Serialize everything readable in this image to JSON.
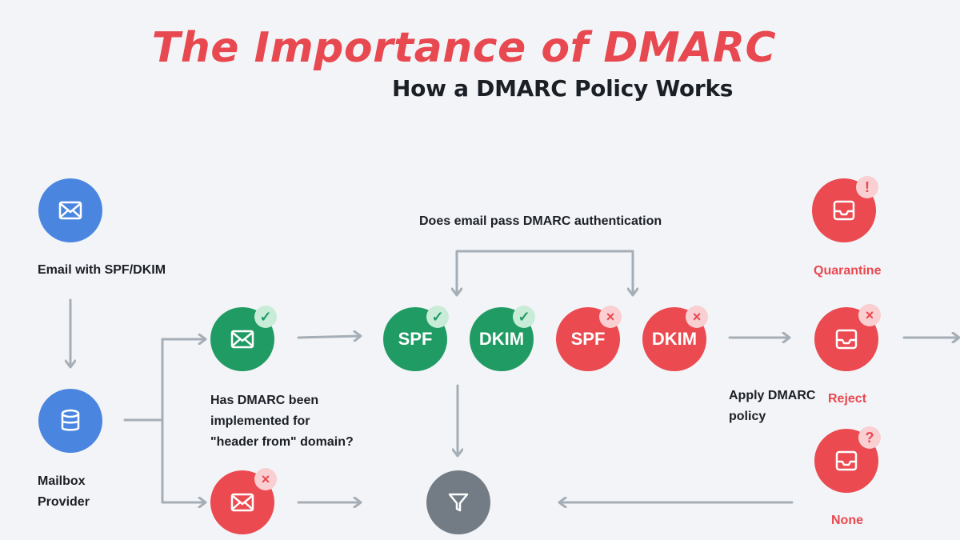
{
  "header": {
    "title": "The Importance of DMARC",
    "subtitle": "How a DMARC Policy Works"
  },
  "labels": {
    "email": "Email with SPF/DKIM",
    "mailbox_line1": "Mailbox",
    "mailbox_line2": "Provider",
    "question": "Does email pass DMARC authentication",
    "has_dmarc_line1": "Has DMARC been",
    "has_dmarc_line2": "implemented for",
    "has_dmarc_line3": "\"header from\" domain?",
    "apply_line1": "Apply DMARC",
    "apply_line2": "policy"
  },
  "nodes": {
    "spf_pass": "SPF",
    "dkim_pass": "DKIM",
    "spf_fail": "SPF",
    "dkim_fail": "DKIM"
  },
  "policies": {
    "quarantine": "Quarantine",
    "reject": "Reject",
    "none": "None"
  },
  "badges": {
    "check": "✓",
    "cross": "×",
    "exclaim": "!",
    "question": "?"
  },
  "colors": {
    "title_red": "#e8484f",
    "blue": "#4a86e0",
    "green": "#1f9b63",
    "red": "#ea4a50",
    "gray": "#737c84",
    "connector": "#a5aeb6"
  },
  "icons": {
    "email": "envelope-icon",
    "mailbox": "database-icon",
    "filter": "filter-icon",
    "inbox": "inbox-tray-icon"
  }
}
